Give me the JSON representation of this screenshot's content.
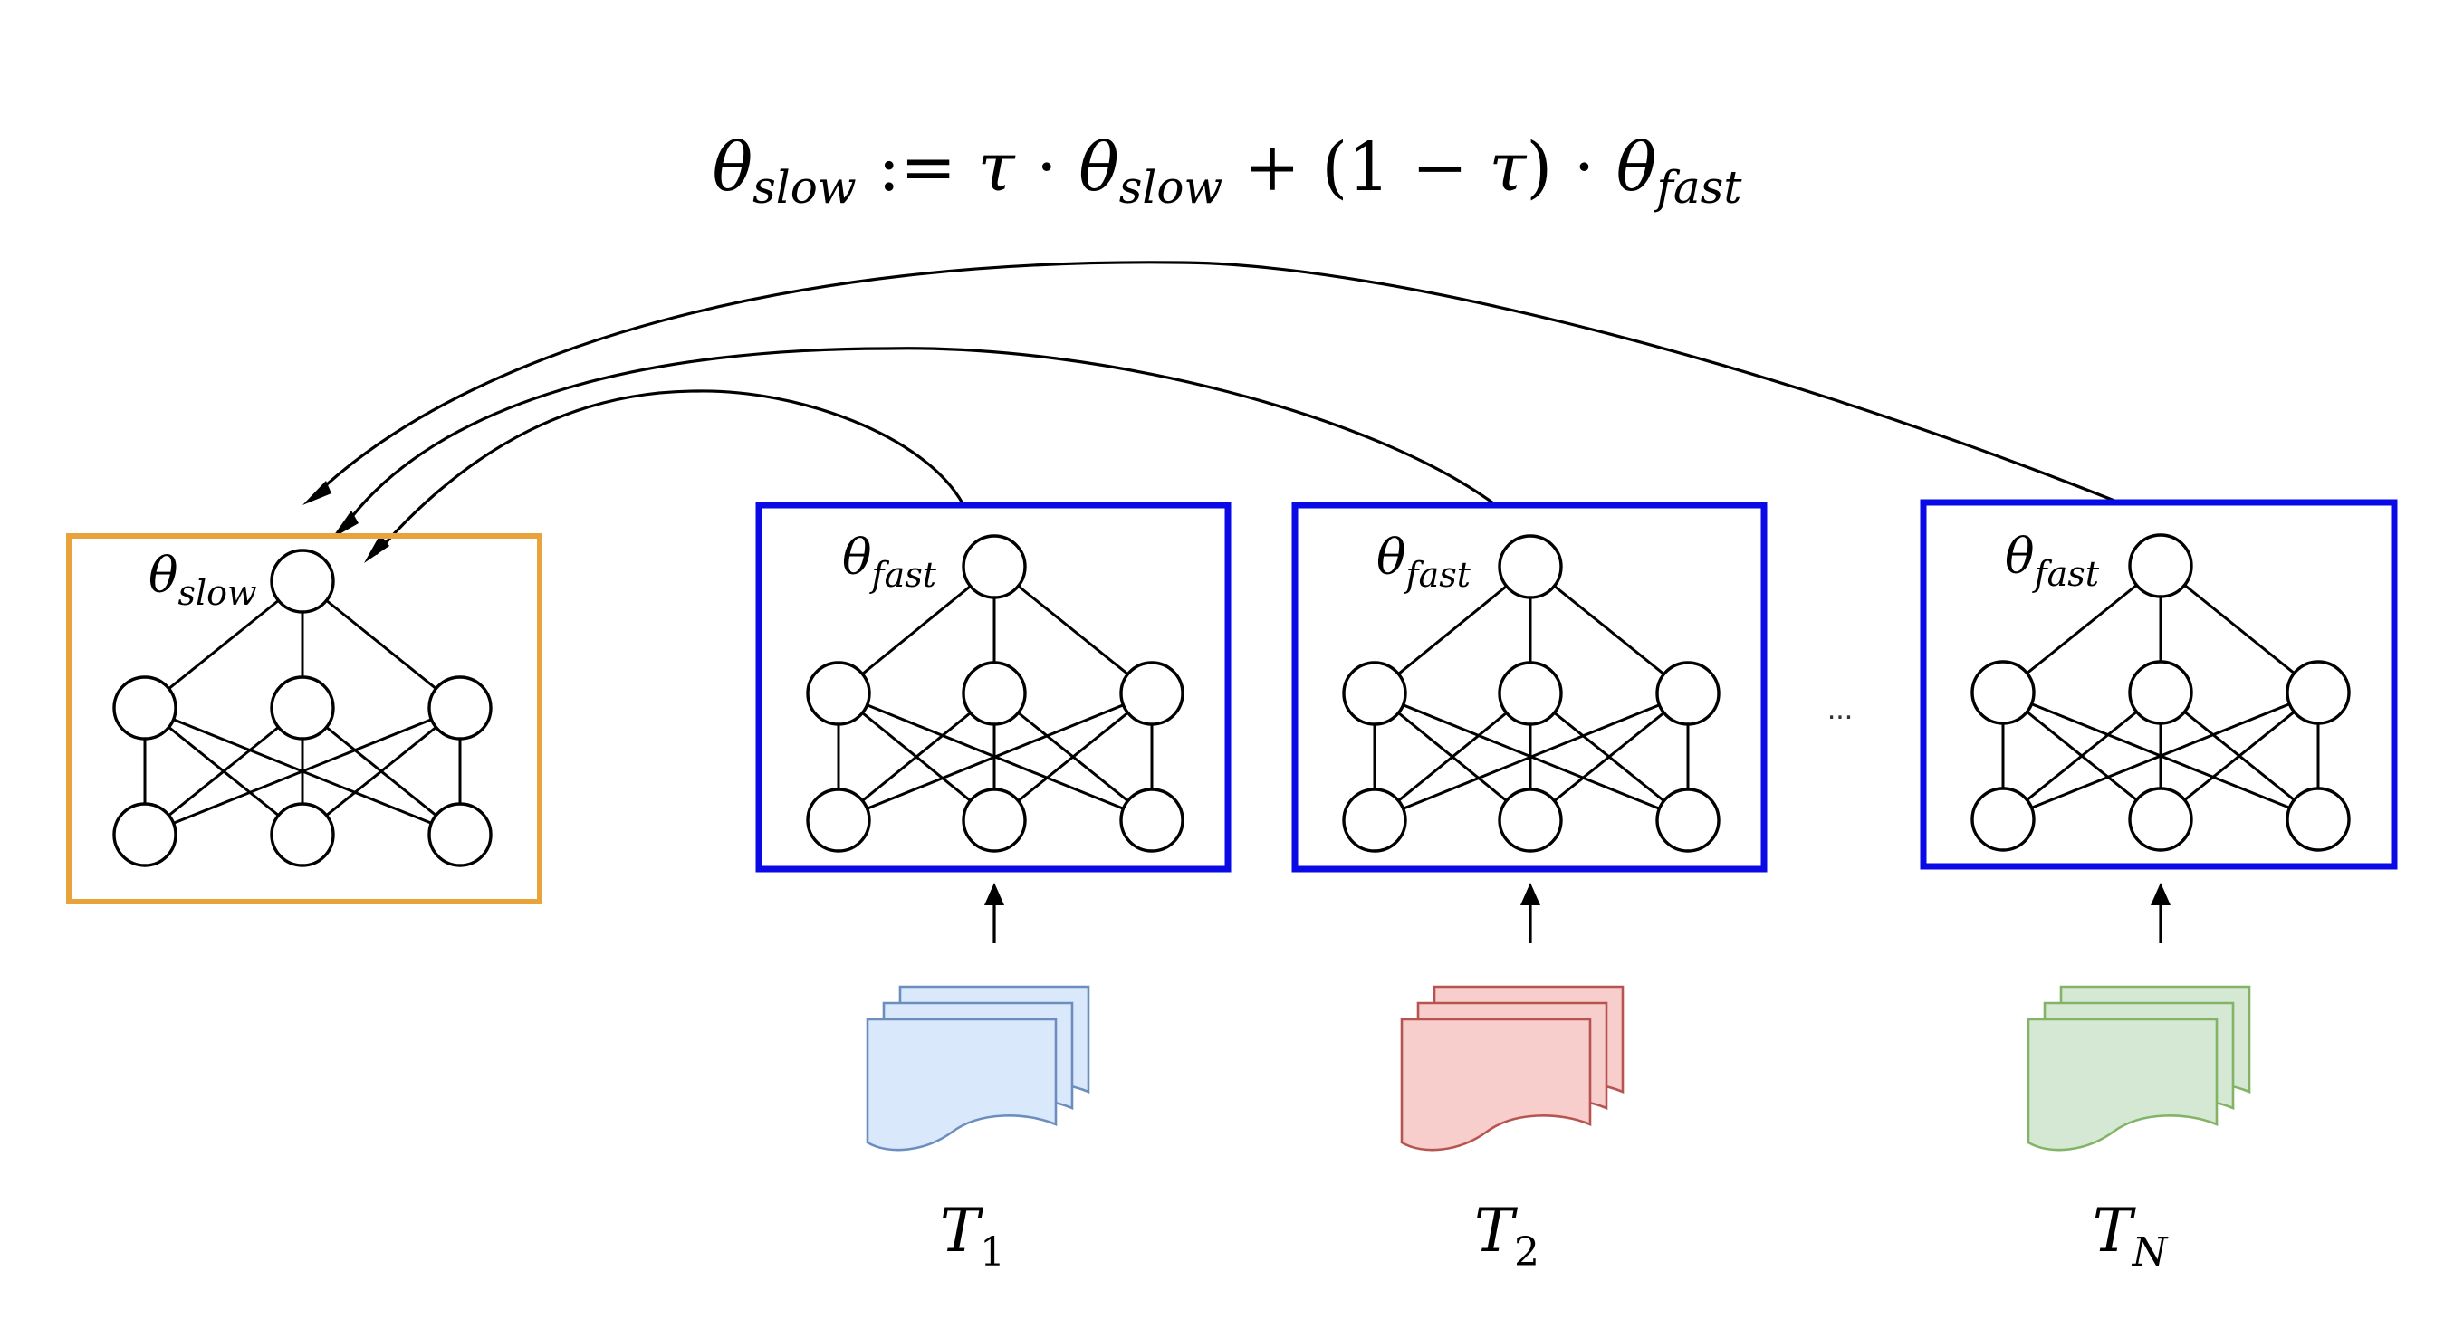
{
  "formula": {
    "theta": "θ",
    "slow": "slow",
    "assign": " := ",
    "tau": "τ",
    "dot": " · ",
    "plus": " + ",
    "one_minus": "(1 − ",
    "close": ")",
    "fast": "fast"
  },
  "slow_network": {
    "symbol": "θ",
    "subscript": "slow",
    "border_color": "#E8A33D"
  },
  "fast_networks": [
    {
      "symbol": "θ",
      "subscript": "fast",
      "border_color": "#0A0AE6"
    },
    {
      "symbol": "θ",
      "subscript": "fast",
      "border_color": "#0A0AE6"
    },
    {
      "symbol": "θ",
      "subscript": "fast",
      "border_color": "#0A0AE6"
    }
  ],
  "ellipsis": "...",
  "tasks": [
    {
      "letter": "T",
      "subscript": "1",
      "fill": "#DAE8FC",
      "stroke": "#6C8EBF"
    },
    {
      "letter": "T",
      "subscript": "2",
      "fill": "#F8CECC",
      "stroke": "#B85450"
    },
    {
      "letter": "T",
      "subscript": "N",
      "fill": "#D5E8D4",
      "stroke": "#82B366"
    }
  ]
}
